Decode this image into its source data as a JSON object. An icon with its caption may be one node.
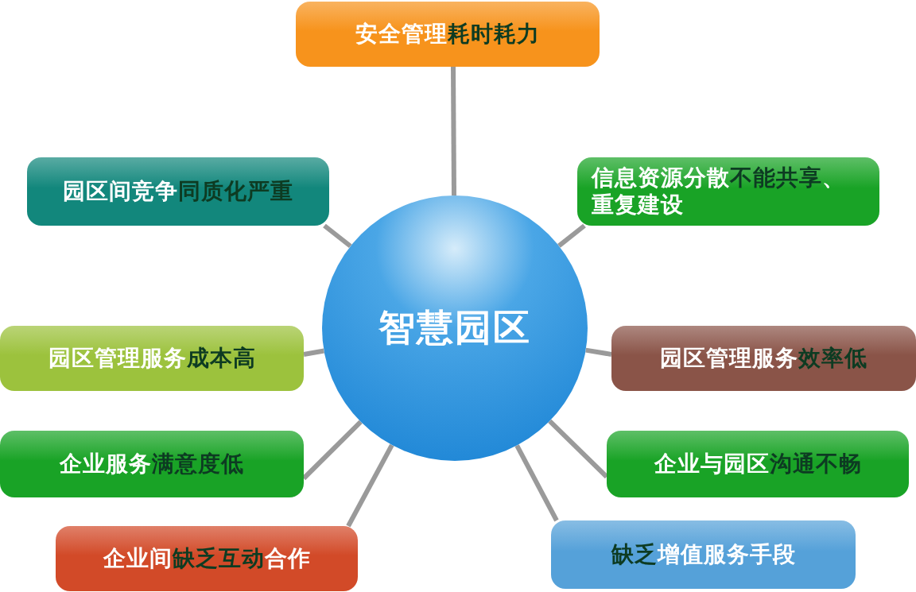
{
  "diagram": {
    "nodes": [
      {
        "text": [
          "智慧园区"
        ]
      },
      {
        "text": [
          "安全管理耗时耗力"
        ]
      },
      {
        "text": [
          "园区间竞争同质化严重"
        ]
      },
      {
        "text": [
          "信息资源分散不能共享、重复建设"
        ]
      },
      {
        "text": [
          "园区管理服务成本高"
        ]
      },
      {
        "text": [
          "园区管理服务效率低"
        ]
      },
      {
        "text": [
          "企业服务满意度低"
        ]
      },
      {
        "text": [
          "企业与园区沟通不畅"
        ]
      },
      {
        "text": [
          "企业间缺乏互动合作"
        ]
      },
      {
        "text": [
          "缺乏增值服务手段"
        ]
      }
    ],
    "edges": [
      {
        "from": 0,
        "to": 1,
        "arrow": "none"
      },
      {
        "from": 0,
        "to": 2,
        "arrow": "none"
      },
      {
        "from": 0,
        "to": 3,
        "arrow": "none"
      },
      {
        "from": 0,
        "to": 4,
        "arrow": "none"
      },
      {
        "from": 0,
        "to": 5,
        "arrow": "none"
      },
      {
        "from": 0,
        "to": 6,
        "arrow": "none"
      },
      {
        "from": 0,
        "to": 7,
        "arrow": "none"
      },
      {
        "from": 0,
        "to": 8,
        "arrow": "none"
      },
      {
        "from": 0,
        "to": 9,
        "arrow": "none"
      }
    ]
  }
}
